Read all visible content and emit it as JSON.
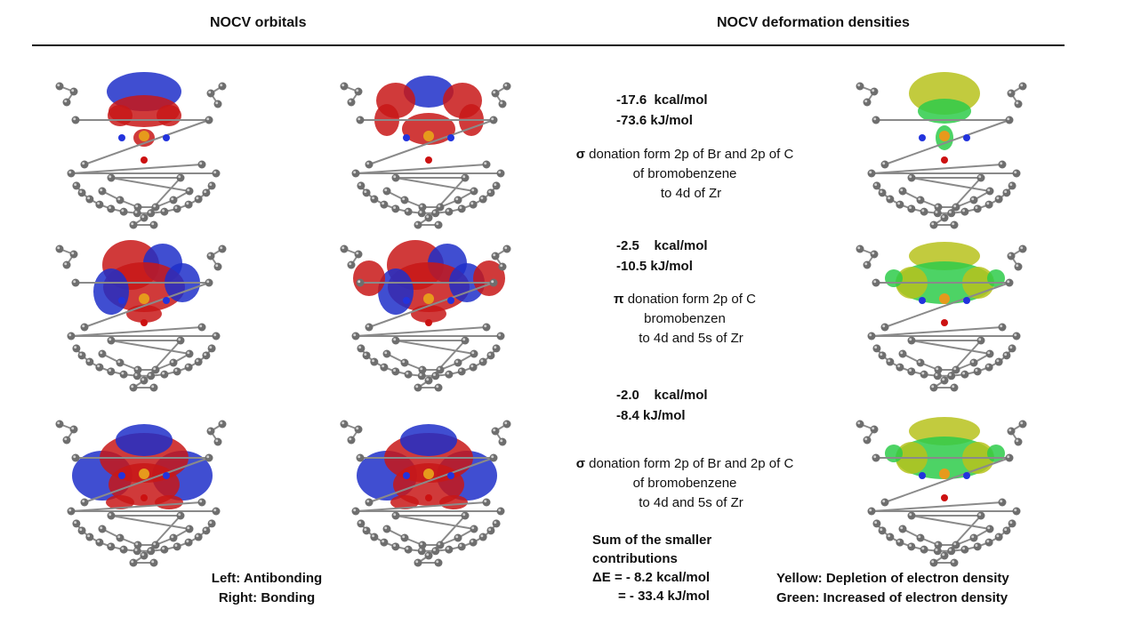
{
  "headers": {
    "orbitals": "NOCV orbitals",
    "densities": "NOCV deformation densities"
  },
  "rows": [
    {
      "energy_kcal": "-17.6  kcal/mol",
      "energy_kj": "-73.6 kJ/mol",
      "desc_symbol": "σ",
      "desc_line1": "donation form 2p of Br and 2p of C",
      "desc_line2": "of bromobenzene",
      "desc_line3": "to 4d of Zr"
    },
    {
      "energy_kcal": "-2.5    kcal/mol",
      "energy_kj": "-10.5 kJ/mol",
      "desc_symbol": "π",
      "desc_line1": "donation form 2p of C",
      "desc_line2": "bromobenzen",
      "desc_line3": "to 4d and 5s of Zr"
    },
    {
      "energy_kcal": "-2.0    kcal/mol",
      "energy_kj": "-8.4 kJ/mol",
      "desc_symbol": "σ",
      "desc_line1": "donation form 2p of Br and 2p of C",
      "desc_line2": "of bromobenzene",
      "desc_line3": "to 4d and 5s of Zr"
    }
  ],
  "summary": {
    "line1": "Sum of the smaller",
    "line2": "contributions",
    "line3": "ΔE = - 8.2 kcal/mol",
    "line4": "= - 33.4 kJ/mol"
  },
  "orbital_legend": {
    "line1": "Left: Antibonding",
    "line2": "Right: Bonding"
  },
  "density_legend": {
    "line1": "Yellow: Depletion of electron density",
    "line2": "Green: Increased of electron density"
  },
  "colors": {
    "lobe_positive": "#1f2fc9",
    "lobe_negative": "#c81818",
    "depletion": "#b7c21c",
    "increase": "#2ecb4a",
    "carbon": "#6e6e6e",
    "nitrogen": "#2233dd",
    "zirconium": "#e69a1c",
    "bromine": "#cc1111"
  }
}
